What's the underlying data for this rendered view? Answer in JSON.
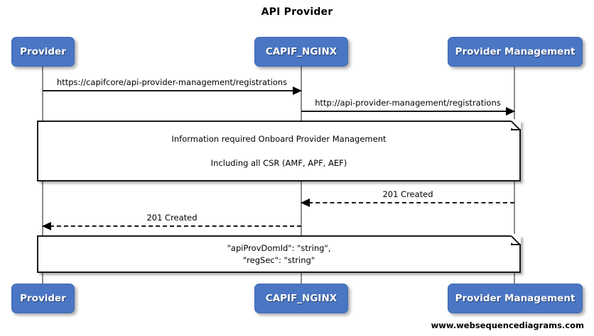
{
  "diagram": {
    "title": "API Provider",
    "type": "sequence-diagram",
    "footer": "www.websequencediagrams.com",
    "colors": {
      "participant_fill": "#4a76c4",
      "participant_text": "#ffffff",
      "line": "#1a1a1a",
      "lifeline": "#8c8c8c",
      "background": "#ffffff"
    }
  },
  "participants": [
    {
      "id": "provider",
      "label": "Provider"
    },
    {
      "id": "capif_nginx",
      "label": "CAPIF_NGINX"
    },
    {
      "id": "provider_management",
      "label": "Provider Management"
    }
  ],
  "messages": [
    {
      "id": "msg1",
      "label": "https://capifcore/api-provider-management/registrations",
      "from": "provider",
      "to": "capif_nginx",
      "style": "solid",
      "direction": "right"
    },
    {
      "id": "msg2",
      "label": "http://api-provider-management/registrations",
      "from": "capif_nginx",
      "to": "provider_management",
      "style": "solid",
      "direction": "right"
    },
    {
      "id": "msg3",
      "label": "201 Created",
      "from": "provider_management",
      "to": "capif_nginx",
      "style": "dashed",
      "direction": "left"
    },
    {
      "id": "msg4",
      "label": "201 Created",
      "from": "capif_nginx",
      "to": "provider",
      "style": "dashed",
      "direction": "left"
    }
  ],
  "notes": [
    {
      "id": "note1",
      "line1": "Information required Onboard Provider Management",
      "line2": "Including all CSR (AMF, APF, AEF)"
    },
    {
      "id": "note2",
      "line1": "\"apiProvDomId\": \"string\",",
      "line2": "\"regSec\": \"string\""
    }
  ]
}
